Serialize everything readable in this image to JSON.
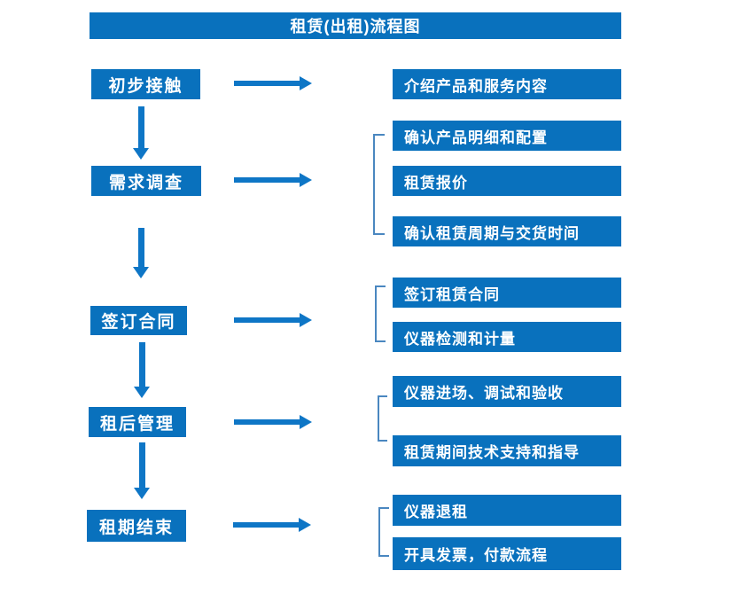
{
  "title": "租赁(出租)流程图",
  "colors": {
    "primary": "#0971bd",
    "arrow": "#0e76c6",
    "bracket": "#4a87c0",
    "text": "#ffffff",
    "background": "#ffffff"
  },
  "flow": {
    "steps": [
      {
        "label": "初步接触",
        "outputs": [
          "介绍产品和服务内容"
        ]
      },
      {
        "label": "需求调查",
        "outputs": [
          "确认产品明细和配置",
          "租赁报价",
          "确认租赁周期与交货时间"
        ]
      },
      {
        "label": "签订合同",
        "outputs": [
          "签订租赁合同",
          "仪器检测和计量"
        ]
      },
      {
        "label": "租后管理",
        "outputs": [
          "仪器进场、调试和验收",
          "租赁期间技术支持和指导"
        ]
      },
      {
        "label": "租期结束",
        "outputs": [
          "仪器退租",
          "开具发票，付款流程"
        ]
      }
    ]
  }
}
